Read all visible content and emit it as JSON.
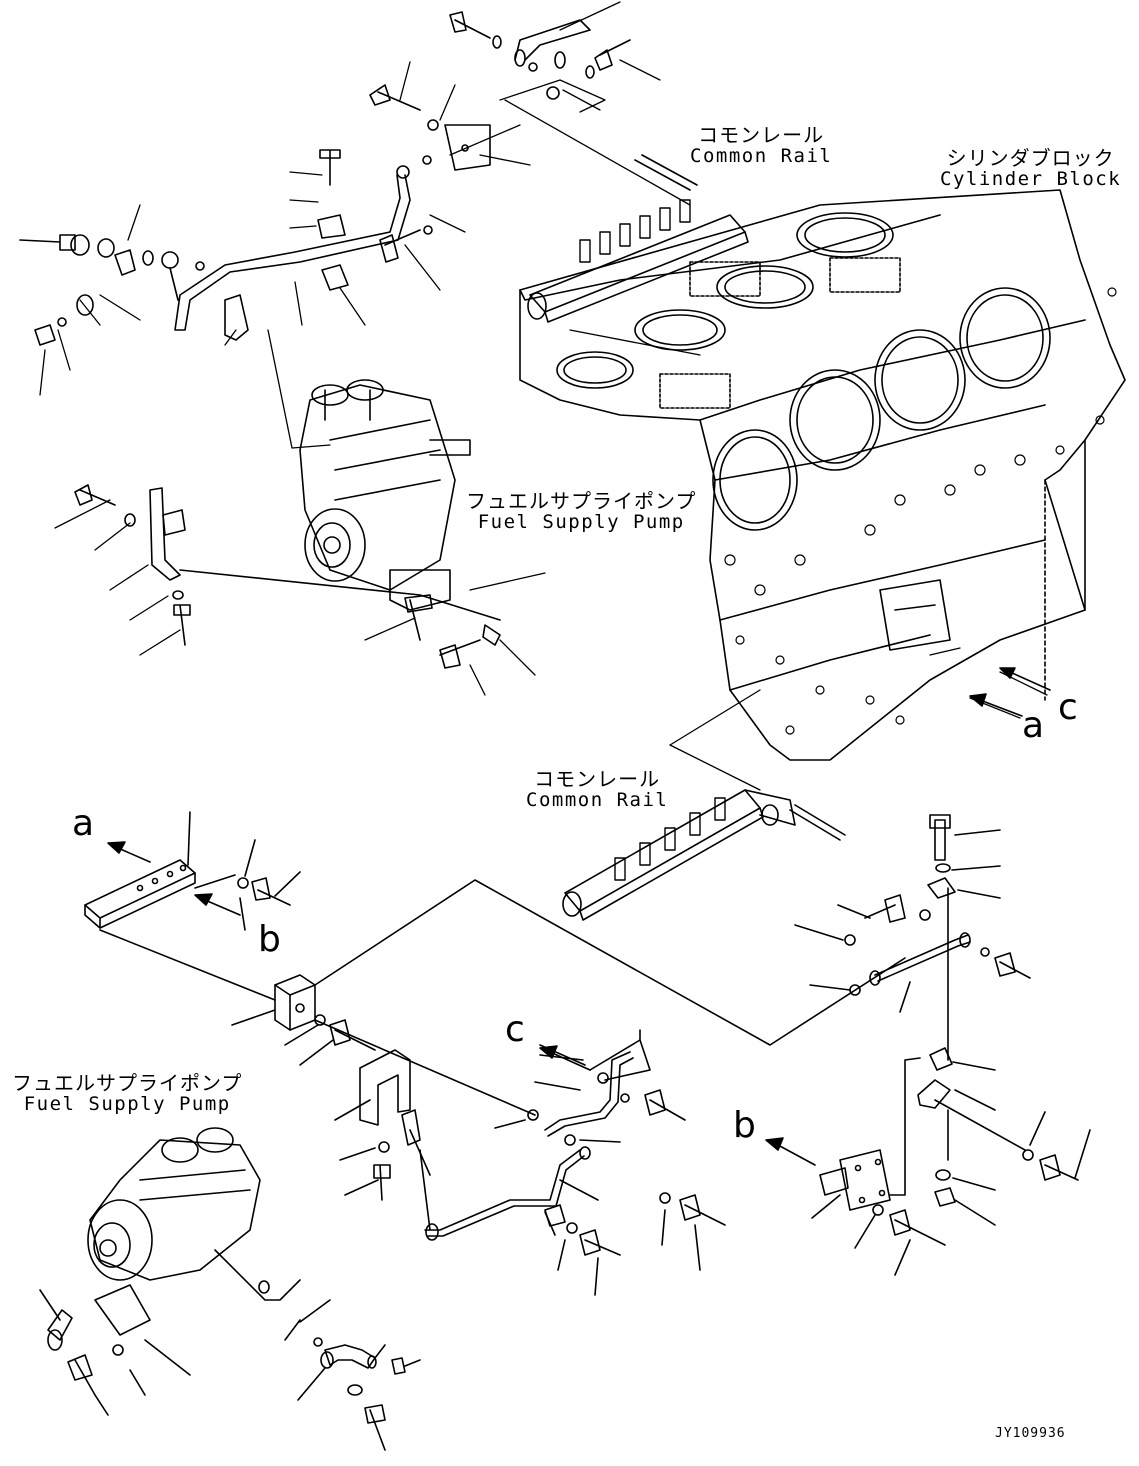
{
  "labels": {
    "common_rail_upper": {
      "jp": "コモンレール",
      "en": "Common Rail"
    },
    "cylinder_block": {
      "jp": "シリンダブロック",
      "en": "Cylinder Block"
    },
    "fuel_supply_pump_upper": {
      "jp": "フュエルサプライポンプ",
      "en": "Fuel Supply Pump"
    },
    "common_rail_lower": {
      "jp": "コモンレール",
      "en": "Common Rail"
    },
    "fuel_supply_pump_lower": {
      "jp": "フュエルサプライポンプ",
      "en": "Fuel Supply Pump"
    }
  },
  "references": {
    "a_block": "a",
    "c_block": "c",
    "a_bar": "a",
    "b_bar": "b",
    "c_pipe": "c",
    "b_bracket": "b"
  },
  "document_id": "JY109936",
  "colors": {
    "line": "#000000",
    "background": "#ffffff"
  }
}
